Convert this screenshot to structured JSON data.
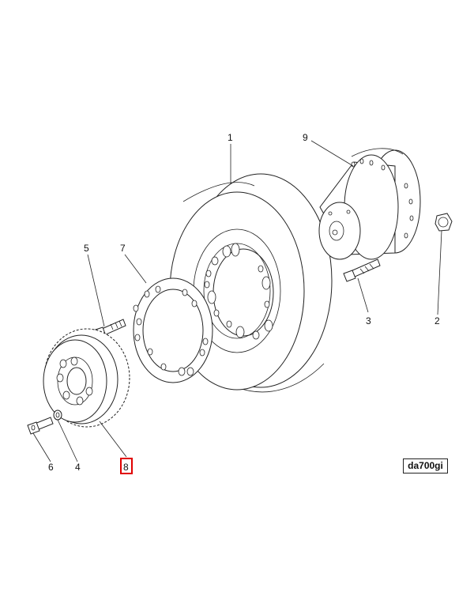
{
  "callouts": {
    "c1": "1",
    "c2": "2",
    "c3": "3",
    "c4": "4",
    "c5": "5",
    "c6": "6",
    "c7": "7",
    "c8": "8",
    "c9": "9"
  },
  "highlighted_callout": "8",
  "highlight_color": "#e00000",
  "drawing_code": "da700gi"
}
